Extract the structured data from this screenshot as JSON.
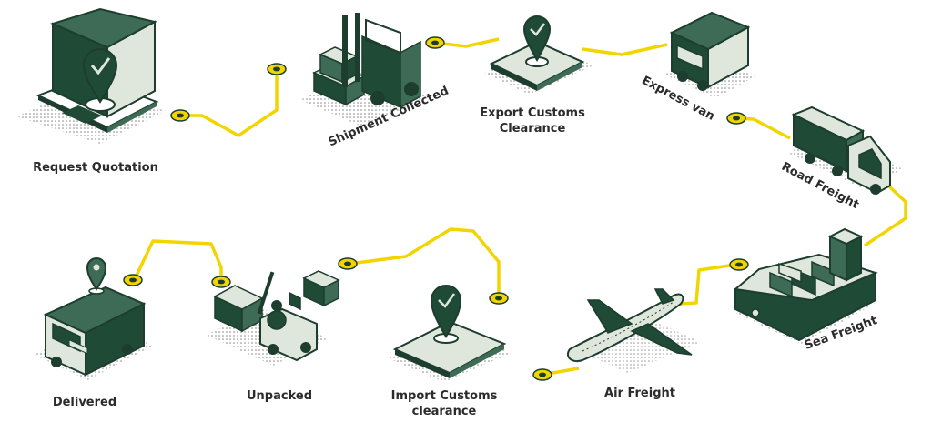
{
  "diagram": {
    "steps": [
      {
        "id": "request-quotation",
        "label": "Request Quotation"
      },
      {
        "id": "shipment-collected",
        "label": "Shipment Collected"
      },
      {
        "id": "export-customs",
        "label": "Export Customs\nClearance"
      },
      {
        "id": "express-van",
        "label": "Express van"
      },
      {
        "id": "road-freight",
        "label": "Road Freight"
      },
      {
        "id": "sea-freight",
        "label": "Sea Freight"
      },
      {
        "id": "air-freight",
        "label": "Air Freight"
      },
      {
        "id": "import-customs",
        "label": "Import Customs\nclearance"
      },
      {
        "id": "unpacked",
        "label": "Unpacked"
      },
      {
        "id": "delivered",
        "label": "Delivered"
      }
    ]
  },
  "colors": {
    "route": "#f2d500",
    "ink": "#1d3d2e",
    "dark_green": "#1f4a36",
    "mid_green": "#3e6b55",
    "light_green": "#dfe7dd",
    "label": "#2b2b2b"
  }
}
